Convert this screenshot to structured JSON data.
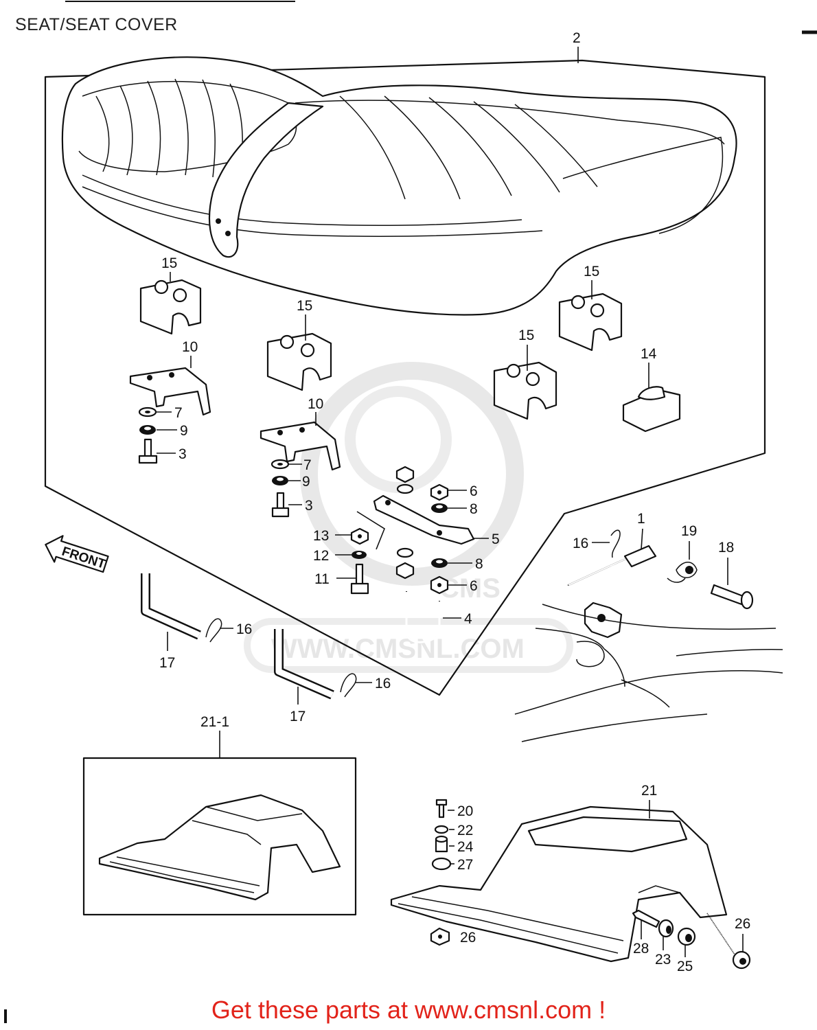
{
  "title": "SEAT/SEAT COVER",
  "footer": "Get these parts at www.cmsnl.com !",
  "watermark": {
    "text": "WWW.CMSNL.COM",
    "logo": "CMS"
  },
  "direction_arrow": "FRONT",
  "colors": {
    "footer_text": "#e2231a",
    "line_art": "#111111",
    "watermark": "#e6e6e6"
  },
  "callouts": {
    "seat": "2",
    "seat_cover": "21",
    "seat_cover_alt": "21-1",
    "pin": "1",
    "bolt_3a": "3",
    "bolt_3b": "3",
    "u_bolt": "4",
    "bracket_5": "5",
    "nut_6a": "6",
    "nut_6b": "6",
    "washer_7a": "7",
    "washer_7b": "7",
    "washer_8a": "8",
    "washer_8b": "8",
    "lock_9a": "9",
    "lock_9b": "9",
    "bracket_10a": "10",
    "bracket_10b": "10",
    "bolt_11": "11",
    "washer_12": "12",
    "nut_13": "13",
    "damper_14": "14",
    "damper_15a": "15",
    "damper_15b": "15",
    "damper_15c": "15",
    "damper_15d": "15",
    "clip_16a": "16",
    "clip_16b": "16",
    "clip_16c": "16",
    "rod_17a": "17",
    "rod_17b": "17",
    "pin_18": "18",
    "spring_19": "19",
    "bolt_20": "20",
    "washer_22": "22",
    "collar_23": "23",
    "grommet_24": "24",
    "grommet_25": "25",
    "nut_26a": "26",
    "nut_26b": "26",
    "washer_27": "27",
    "bolt_28": "28"
  }
}
